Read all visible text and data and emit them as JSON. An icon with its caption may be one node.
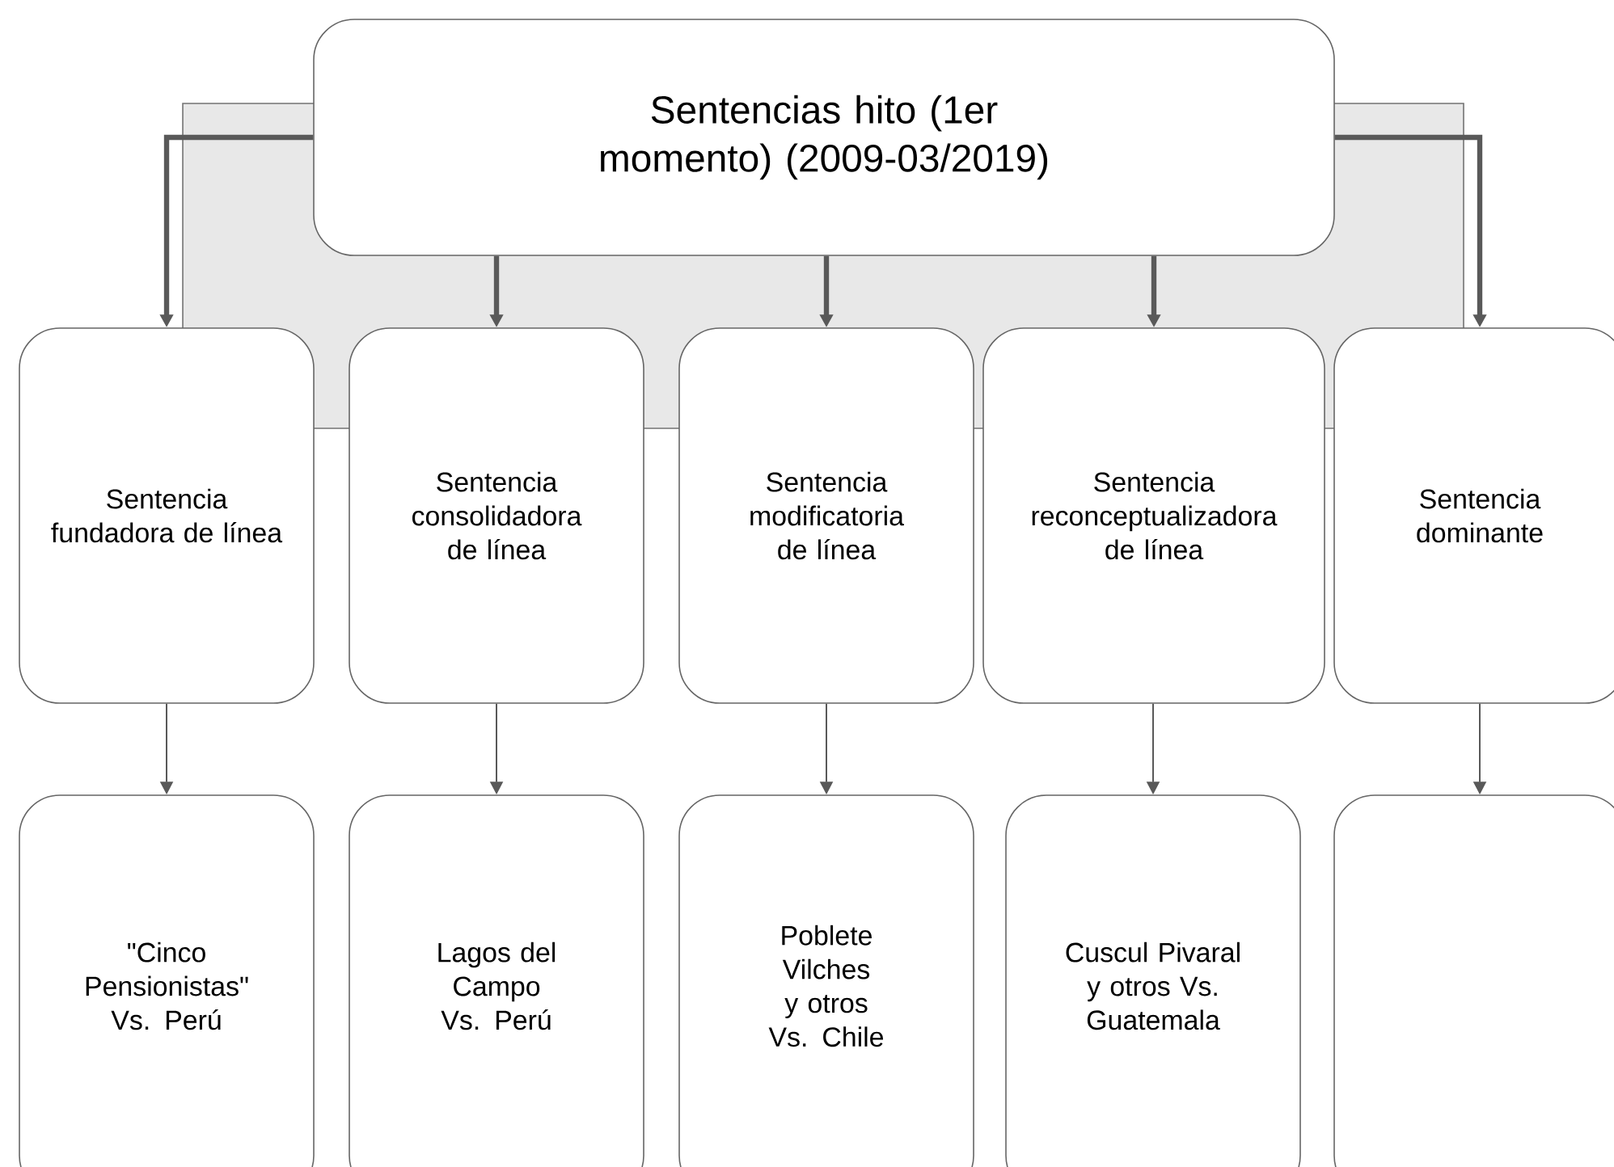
{
  "diagram": {
    "nodes": [
      {
        "text": [
          "Sentencias hito (1er momento) (2009-03/2019)"
        ]
      },
      {
        "text": [
          "Sentencia fundadora de línea"
        ]
      },
      {
        "text": [
          "Sentencia consolidadora de línea"
        ]
      },
      {
        "text": [
          "Sentencia modificatoria de línea"
        ]
      },
      {
        "text": [
          "Sentencia reconceptualizadora de línea"
        ]
      },
      {
        "text": [
          "Sentencia dominante"
        ]
      },
      {
        "text": [
          "\"Cinco Pensionistas\" Vs. Perú"
        ]
      },
      {
        "text": [
          "Lagos del Campo Vs. Perú"
        ]
      },
      {
        "text": [
          "Poblete Vilches y otros Vs. Chile"
        ]
      },
      {
        "text": [
          "Cuscul Pivaral y otros Vs. Guatemala"
        ]
      },
      {
        "text": [],
        "shape": "box"
      }
    ],
    "edges": [
      {
        "from": 0,
        "to": 1,
        "arrow": "to",
        "style": "thick"
      },
      {
        "from": 0,
        "to": 2,
        "arrow": "to",
        "style": "thick"
      },
      {
        "from": 0,
        "to": 3,
        "arrow": "to",
        "style": "thick"
      },
      {
        "from": 0,
        "to": 4,
        "arrow": "to",
        "style": "thick"
      },
      {
        "from": 0,
        "to": 5,
        "arrow": "to",
        "style": "thick"
      },
      {
        "from": 1,
        "to": 6,
        "arrow": "to"
      },
      {
        "from": 2,
        "to": 7,
        "arrow": "to"
      },
      {
        "from": 3,
        "to": 8,
        "arrow": "to"
      },
      {
        "from": 4,
        "to": 9,
        "arrow": "to"
      },
      {
        "from": 5,
        "to": 10,
        "arrow": "to"
      }
    ]
  }
}
